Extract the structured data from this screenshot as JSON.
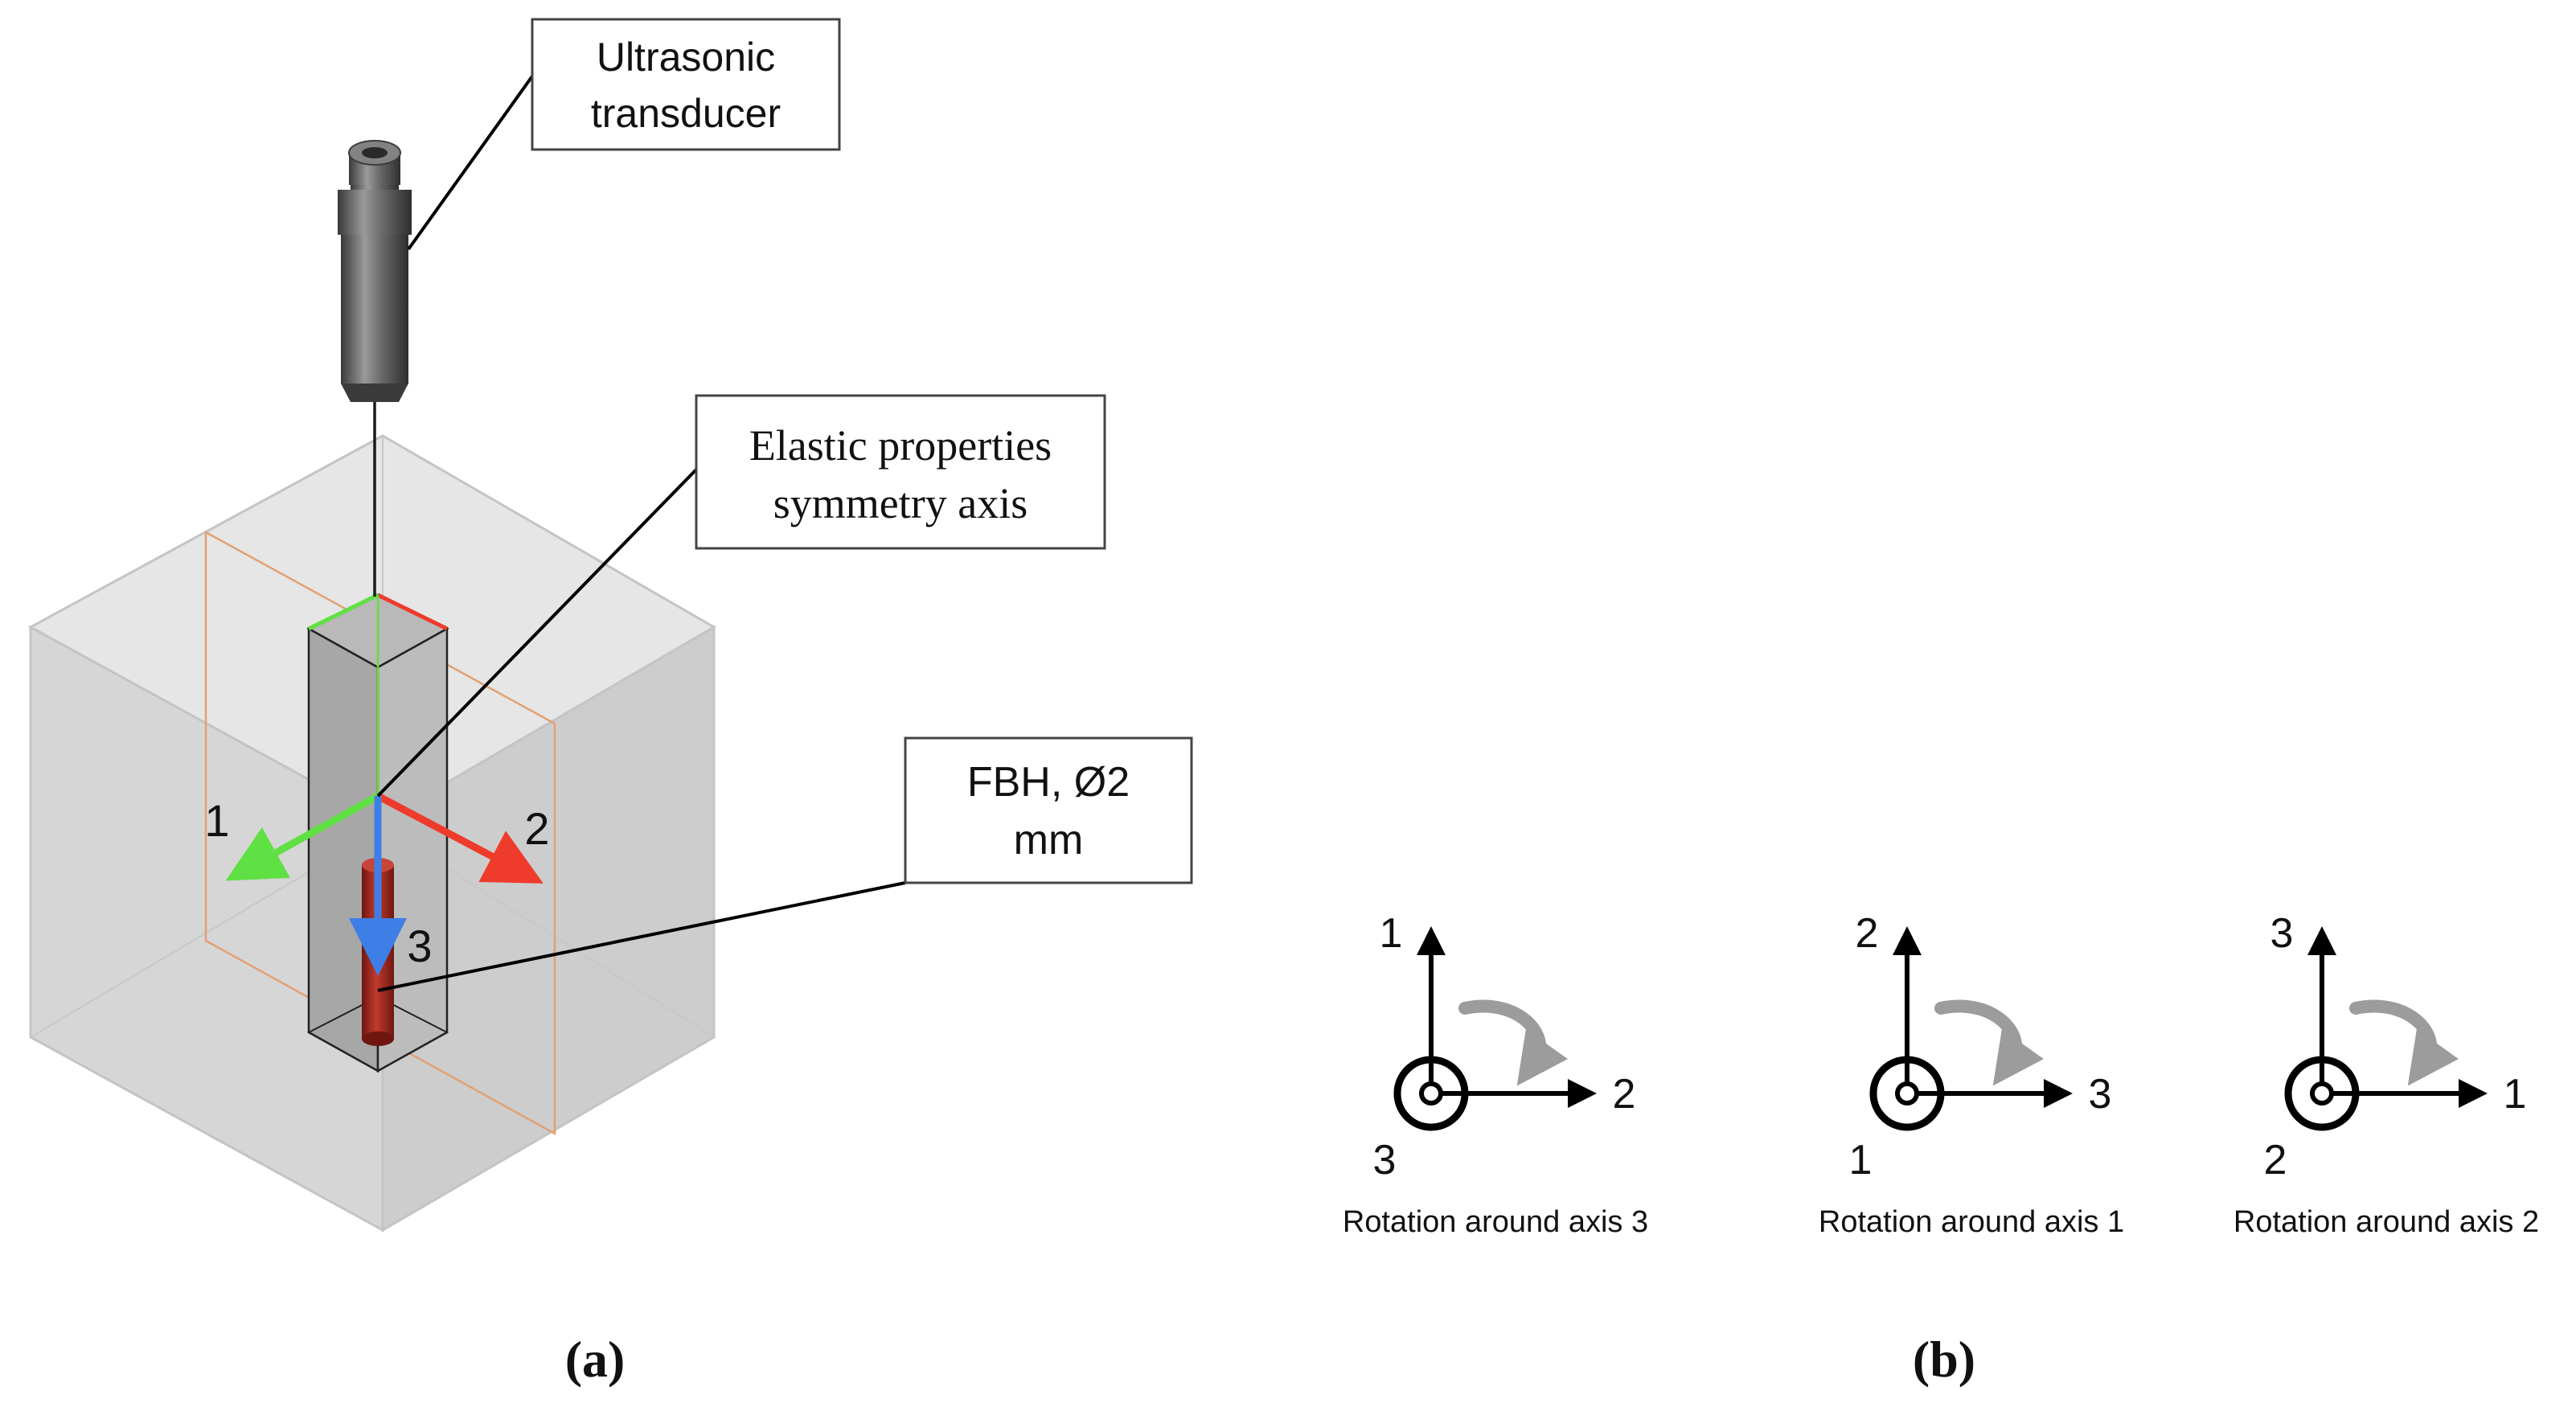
{
  "panel_a": {
    "callouts": {
      "transducer": [
        "Ultrasonic",
        "transducer"
      ],
      "symmetry_axis": [
        "Elastic properties",
        "symmetry axis"
      ],
      "fbh": [
        "FBH, Ø2",
        "mm"
      ]
    },
    "axes": {
      "axis_1": "1",
      "axis_2": "2",
      "axis_3": "3"
    },
    "colors": {
      "axis_1": "#5fe043",
      "axis_2": "#ee3b2b",
      "axis_3": "#3d7fe6",
      "hole": "#a8281e",
      "box_edge": "#e2a173"
    },
    "caption": "(a)"
  },
  "panel_b": {
    "rotations": [
      {
        "up": "1",
        "right": "2",
        "out": "3",
        "label": "Rotation around axis 3"
      },
      {
        "up": "2",
        "right": "3",
        "out": "1",
        "label": "Rotation around axis 1"
      },
      {
        "up": "3",
        "right": "1",
        "out": "2",
        "label": "Rotation around axis 2"
      }
    ],
    "caption": "(b)"
  }
}
